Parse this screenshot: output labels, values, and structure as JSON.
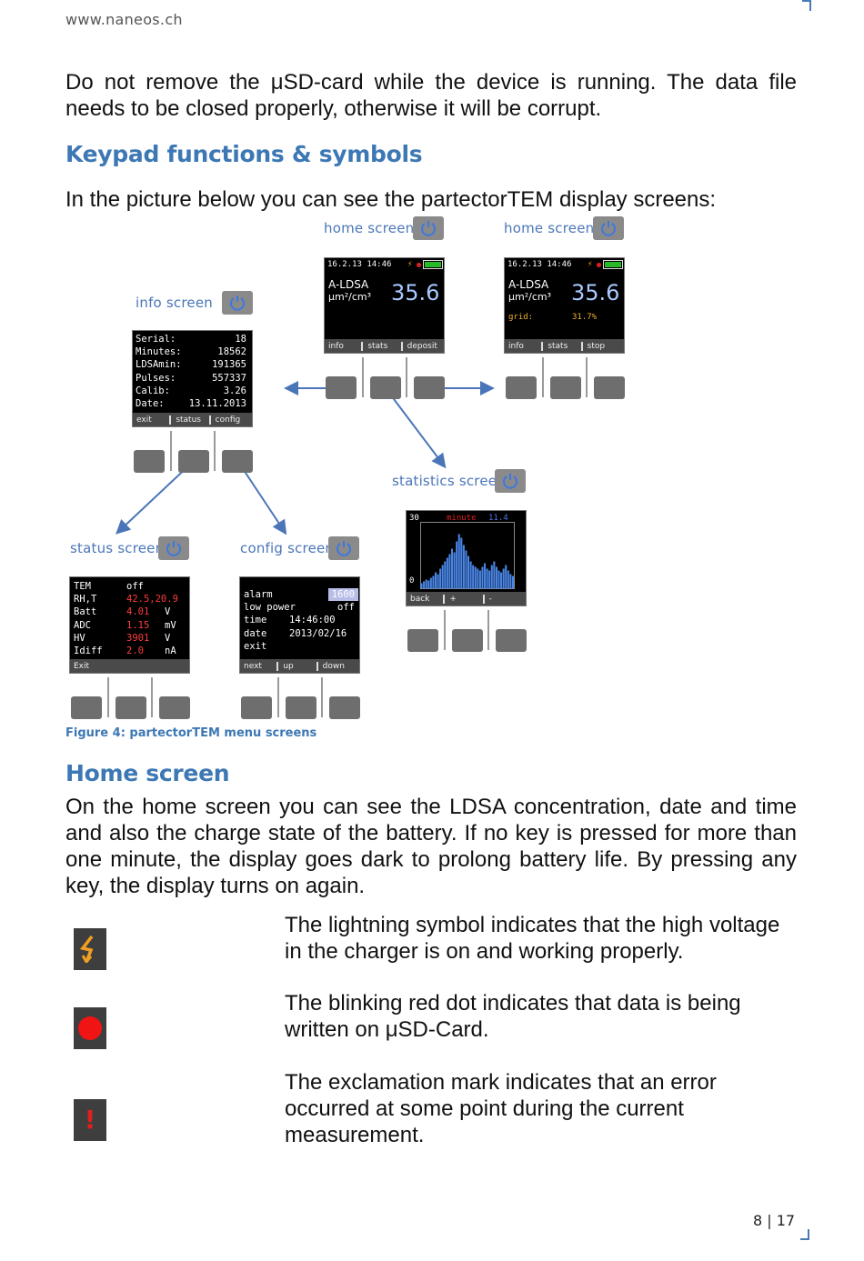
{
  "header": {
    "site": "www.naneos.ch"
  },
  "intro": {
    "text": "Do not remove the μSD-card while the device is running. The data file needs to be closed properly, otherwise it will be corrupt."
  },
  "section1": {
    "heading": "Keypad functions & symbols",
    "text": "In the picture below you can see the partectorTEM display screens:"
  },
  "figure": {
    "caption": "Figure 4: partectorTEM menu screens",
    "home1": {
      "label": "home screen",
      "datetime": "16.2.13 14:46",
      "quantity": "A-LDSA",
      "unit": "μm²/cm³",
      "value": "35.6",
      "softkeys": [
        "info",
        "stats",
        "deposit"
      ]
    },
    "home2": {
      "label": "home screen",
      "datetime": "16.2.13 14:46",
      "quantity": "A-LDSA",
      "unit": "μm²/cm³",
      "value": "35.6",
      "grid_label": "grid:",
      "grid_value": "31.7%",
      "softkeys": [
        "info",
        "stats",
        "stop"
      ]
    },
    "info": {
      "label": "info screen",
      "rows": [
        {
          "k": "Serial:",
          "v": "18"
        },
        {
          "k": "Minutes:",
          "v": "18562"
        },
        {
          "k": "LDSAmin:",
          "v": "191365"
        },
        {
          "k": "Pulses:",
          "v": "557337"
        },
        {
          "k": "Calib:",
          "v": "3.26"
        },
        {
          "k": "Date:",
          "v": "13.11.2013"
        }
      ],
      "softkeys": [
        "exit",
        "status",
        "config"
      ]
    },
    "statistics": {
      "label": "statistics screen",
      "ymax": "30",
      "ymin": "0",
      "mode": "minute",
      "value": "11.4",
      "softkeys": [
        "back",
        "+",
        "-"
      ]
    },
    "status": {
      "label": "status screen",
      "rows": [
        {
          "k": "TEM",
          "v": "off",
          "u": ""
        },
        {
          "k": "RH,T",
          "v": "42.5,20.9",
          "u": ""
        },
        {
          "k": "Batt",
          "v": "4.01",
          "u": "V"
        },
        {
          "k": "ADC",
          "v": "1.15",
          "u": "mV"
        },
        {
          "k": "HV",
          "v": "3901",
          "u": "V"
        },
        {
          "k": "Idiff",
          "v": "2.0",
          "u": "nA"
        }
      ],
      "softkeys": [
        "Exit"
      ]
    },
    "config": {
      "label": "config screen",
      "rows": [
        {
          "k": "alarm",
          "v": "1600"
        },
        {
          "k": "low power",
          "v": "off"
        },
        {
          "k": "time",
          "v": "14:46:00"
        },
        {
          "k": "date",
          "v": "2013/02/16"
        },
        {
          "k": "exit",
          "v": ""
        }
      ],
      "softkeys": [
        "next",
        "up",
        "down"
      ]
    }
  },
  "home_section": {
    "heading": "Home screen",
    "text": "On the home screen you can see the LDSA concentration, date and time and also the charge state of the battery. If no key is pressed for more than one minute, the display goes dark to prolong battery life. By pressing any key, the display turns on again."
  },
  "symbols": [
    {
      "icon": "lightning-icon",
      "text": "The lightning symbol indicates that the high voltage in the charger is on and working properly."
    },
    {
      "icon": "red-dot-icon",
      "text": "The blinking red dot indicates that data is being written on μSD-Card."
    },
    {
      "icon": "exclamation-icon",
      "text": "The exclamation mark indicates that an error occurred at some point during the current measurement."
    }
  ],
  "footer": {
    "page": "8 | 17"
  },
  "colors": {
    "heading": "#3d78b4",
    "label": "#4a76b8",
    "alert": "#e02020",
    "lightning": "#f0a020"
  }
}
